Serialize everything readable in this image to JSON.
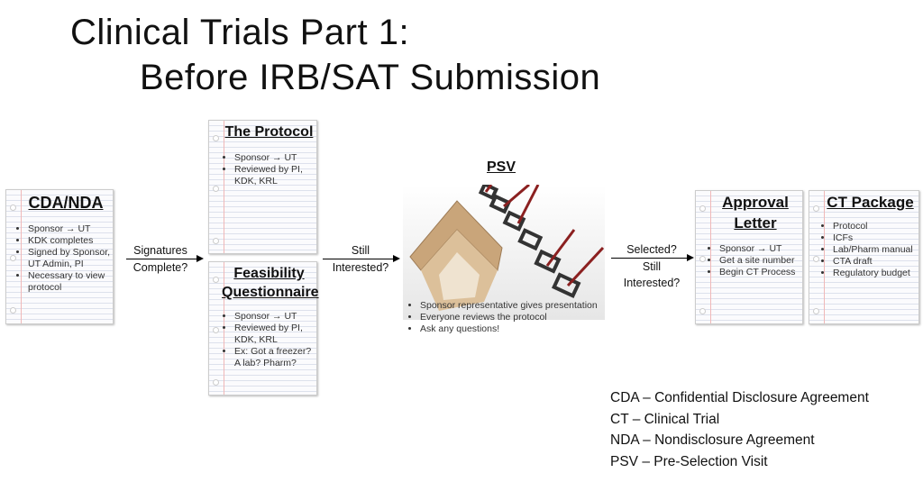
{
  "title": {
    "line1": "Clinical Trials Part 1:",
    "line2": "Before IRB/SAT Submission"
  },
  "cards": {
    "cda": {
      "title": "CDA/NDA",
      "items": [
        "Sponsor → UT",
        "KDK completes",
        "Signed by Sponsor, UT Admin, PI",
        "Necessary to view protocol"
      ]
    },
    "protocol": {
      "title": "The Protocol",
      "items": [
        "Sponsor → UT",
        "Reviewed by PI, KDK, KRL"
      ]
    },
    "feasibility": {
      "title1": "Feasibility",
      "title2": "Questionnaire",
      "items": [
        "Sponsor → UT",
        "Reviewed by PI, KDK, KRL",
        "Ex: Got a freezer? A lab? Pharm?"
      ]
    },
    "approval": {
      "title1": "Approval",
      "title2": "Letter",
      "items": [
        "Sponsor → UT",
        "Get a site number",
        "Begin CT Process"
      ]
    },
    "ctpackage": {
      "title": "CT Package",
      "items": [
        "Protocol",
        "ICFs",
        "Lab/Pharm manual",
        "CTA draft",
        "Regulatory budget"
      ]
    }
  },
  "arrows": {
    "a1": [
      "Signatures",
      "Complete?"
    ],
    "a2": [
      "Still",
      "Interested?"
    ],
    "a3": [
      "Selected?",
      "Still",
      "Interested?"
    ]
  },
  "psv": {
    "title": "PSV",
    "items": [
      "Sponsor representative gives presentation",
      "Everyone reviews the protocol",
      "Ask any questions!"
    ]
  },
  "legend": [
    "CDA – Confidential Disclosure Agreement",
    "CT – Clinical Trial",
    "NDA – Nondisclosure Agreement",
    "PSV – Pre-Selection Visit"
  ]
}
